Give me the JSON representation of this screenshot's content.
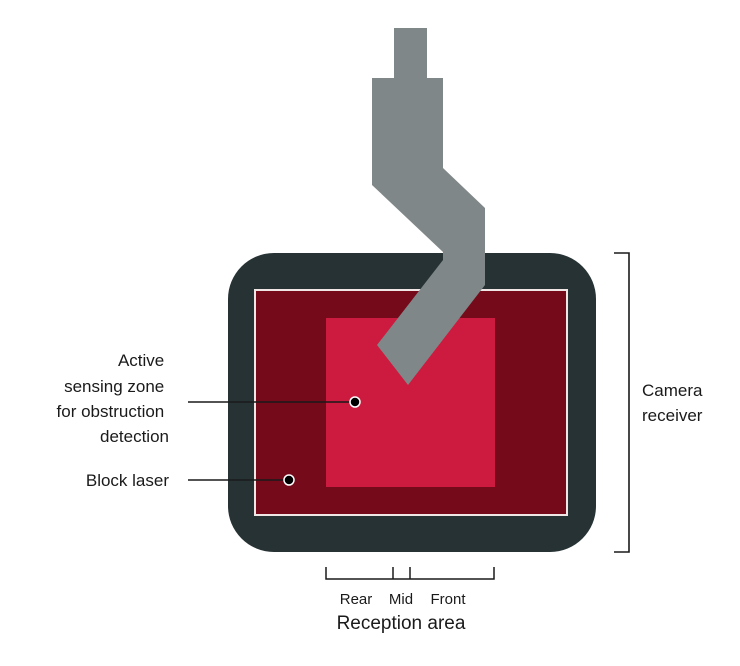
{
  "diagram": {
    "labels": {
      "active_zone": [
        "Active",
        "sensing zone",
        "for obstruction",
        "detection"
      ],
      "block_laser": "Block laser",
      "camera_receiver": [
        "Camera",
        "receiver"
      ],
      "reception_segments": [
        "Rear",
        "Mid",
        "Front"
      ],
      "reception_area": "Reception area"
    },
    "colors": {
      "housing": "#263234",
      "block_laser": "#750a1a",
      "active_zone": "#cc1b3e",
      "probe": "#7f8788",
      "border": "#f1e6e6",
      "line": "#1a1a1a"
    }
  }
}
